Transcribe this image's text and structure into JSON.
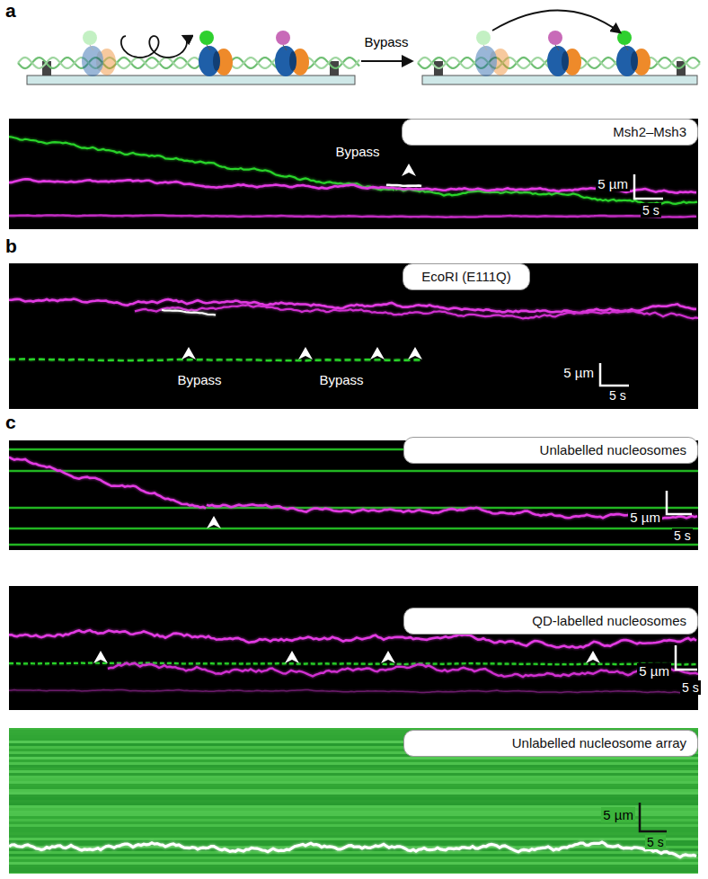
{
  "diagram": {
    "nodes": [
      {
        "text": [
          "Msh2–Msh3"
        ]
      },
      {
        "text": [
          "EcoRI (E111Q)"
        ]
      },
      {
        "text": [
          "Unlabelled nucleosomes"
        ]
      },
      {
        "text": [
          "QD-labelled nucleosomes"
        ]
      },
      {
        "text": [
          "Unlabelled nucleosome array"
        ]
      }
    ],
    "labels": [
      "a",
      "Bypass",
      "Bypass",
      "5 µm",
      "5 s",
      "b",
      "Bypass",
      "Bypass",
      "5 µm",
      "5 s",
      "c",
      "5 µm",
      "5 s",
      "5 µm",
      "5 s",
      "5 µm",
      "5 s"
    ]
  }
}
